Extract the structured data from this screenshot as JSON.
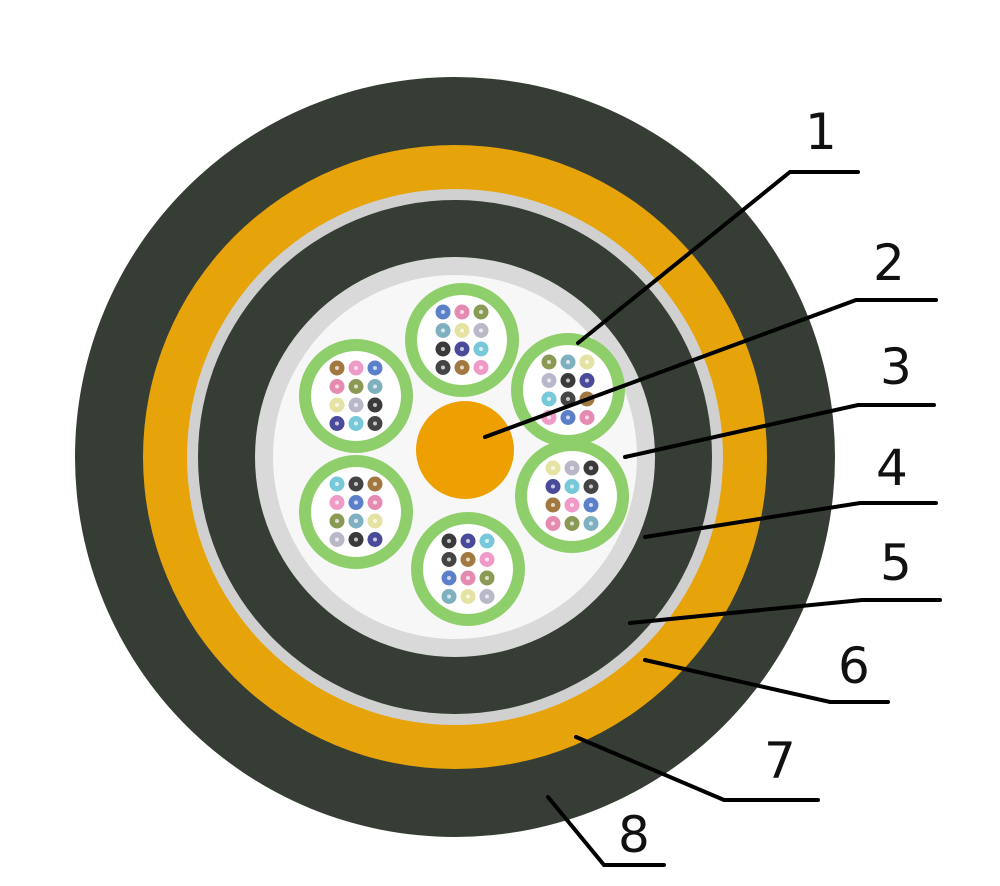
{
  "colors": {
    "outer_sheath": "#363d34",
    "armor_tape": "#e7a40a",
    "thin_layer": "#cfd0cf",
    "inner_sheath": "#363d34",
    "water_block": "#d8d9d8",
    "core_fill": "#f6f7f6",
    "tube": "#8fcf6b",
    "tube_inner": "#ffffff",
    "central_member": "#eea000",
    "leader": "#000000",
    "number": "#111111"
  },
  "fiber_colors": [
    "#5b7fc8",
    "#e58ab0",
    "#8a9a55",
    "#7fb0c0",
    "#e4e3a3",
    "#b8b8c8",
    "#3a3a3a",
    "#4a4a9a",
    "#77c8d8",
    "#444444",
    "#a07840",
    "#f09ac8"
  ],
  "callouts": [
    {
      "label": "1",
      "target": "loose-tube"
    },
    {
      "label": "2",
      "target": "central-strength-member"
    },
    {
      "label": "3",
      "target": "core-filling"
    },
    {
      "label": "4",
      "target": "water-blocking-layer"
    },
    {
      "label": "5",
      "target": "inner-sheath"
    },
    {
      "label": "6",
      "target": "thin-layer"
    },
    {
      "label": "7",
      "target": "armor-tape"
    },
    {
      "label": "8",
      "target": "outer-sheath"
    }
  ]
}
